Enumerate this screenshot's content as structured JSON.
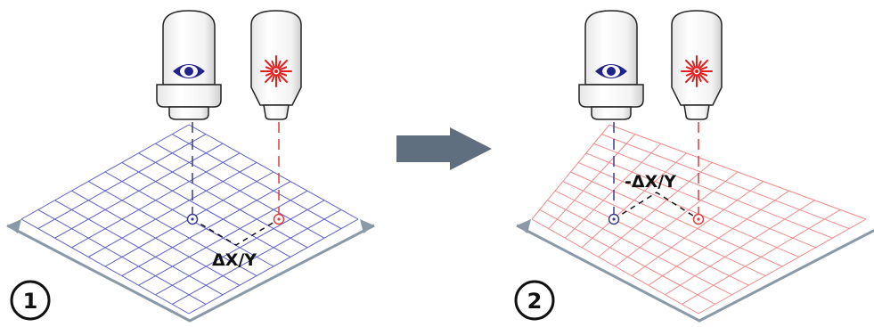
{
  "panels": [
    {
      "step_label": "1",
      "offset_label": "ΔX/Y",
      "grid_color": "#5c5cc8",
      "camera_icon": "eye-icon",
      "laser_icon": "laser-burst-icon"
    },
    {
      "step_label": "2",
      "offset_label": "-ΔX/Y",
      "grid_color": "#f08a8a",
      "camera_icon": "eye-icon",
      "laser_icon": "laser-burst-icon"
    }
  ],
  "colors": {
    "camera_marker": "#3a3a8c",
    "laser_marker": "#e23b3b",
    "eye": "#23238c",
    "laser": "#e01e1e",
    "axis": "#8a99a8",
    "arrow": "#5f6f7f",
    "lens_body": "#ffffff",
    "lens_outline": "#222222"
  }
}
